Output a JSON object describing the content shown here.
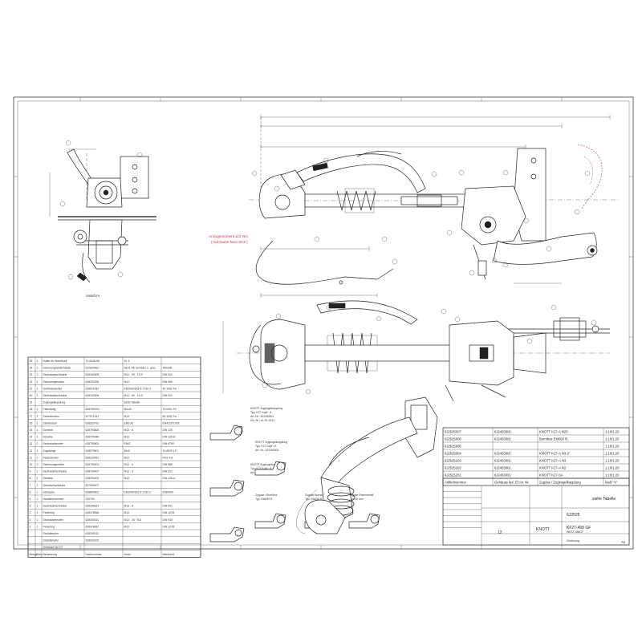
{
  "view_label": "Ansicht A",
  "red_note": {
    "line1": "Anzugsmoment 115 Nm",
    "line2": "( Schraube M12 10.9 )"
  },
  "title_block": {
    "variants": [
      {
        "part": "6J2525007",
        "ident": "6J2453001",
        "desc": "KNOTT K27-A N25",
        "scale": "1:10/1:20"
      },
      {
        "part": "6J2525006",
        "ident": "6J2453001",
        "desc": "Bornibus EM050 R",
        "scale": "1:10/1:20"
      },
      {
        "part": "6J2525005",
        "ident": "",
        "desc": "",
        "scale": "1:10/1:20"
      },
      {
        "part": "6J2525004",
        "ident": "6J2453001",
        "desc": "KNOTT K27-A N3-2\"",
        "scale": "1:10/1:20"
      },
      {
        "part": "6J2525203",
        "ident": "6J2453001",
        "desc": "KNOTT K27-A N3",
        "scale": "1:10/1:20"
      },
      {
        "part": "6J2525202",
        "ident": "6J2453001",
        "desc": "KNOTT K27-A N2",
        "scale": "1:10/1:20"
      },
      {
        "part": "6J2525201",
        "ident": "6J2453001",
        "desc": "KNOTT K27-SA",
        "scale": "1:10/1:20"
      }
    ],
    "headers": [
      "Artikelnummer",
      "Gehäuse kpl. Ef Art. Nr.",
      "Zugöse / Zugkugelkupplung",
      "Maß \"X\""
    ],
    "see_table": "siehe Tabelle",
    "drawing_no": "6J2525",
    "title": "KF27-458 GF",
    "subtitle": "WEST-458GF",
    "note": "Zeichnung",
    "sheet": "12",
    "sheet_of": "A1",
    "brand": "KNOTT"
  },
  "parts_list": {
    "columns": [
      "Menge",
      "Einh.",
      "Benennung",
      "Sachnummer",
      "Norm",
      "Werkstoff"
    ],
    "rows": [
      [
        "25",
        "1",
        "Halter für Abreißseil",
        "74-0048-56",
        "St. 4",
        ""
      ],
      [
        "24",
        "1",
        "Sicherungsseilschlaufe",
        "6J2820061",
        "0af11 PE Schwarz u. grau",
        "43002B"
      ],
      [
        "23",
        "1",
        "Sechskantschraube",
        "6J8165309",
        "M12 · 95 · 10.9",
        "DIN 931"
      ],
      [
        "22",
        "1",
        "Sicherungsmutter",
        "6J8200256",
        "M12",
        "DIN 985"
      ],
      [
        "21",
        "1",
        "Gehäusedeckel",
        "6J8971081",
        "EN2542/615-5 1702-3",
        "42-1062 Fe"
      ],
      [
        "20",
        "1",
        "Sechskantschraube",
        "6J8100306",
        "M12 · 60 · 10.9",
        "DIN 931"
      ],
      [
        "19",
        "",
        "Zugkugelkupplung",
        "",
        "siehe Tabelle",
        ""
      ],
      [
        "18",
        "1",
        "Faltenbalg",
        "6A6790001",
        "30x40",
        "73-0001 Fe"
      ],
      [
        "17",
        "1",
        "Zentralbolzen",
        "6J7971411",
        "M12",
        "60-1062 Fe"
      ],
      [
        "16",
        "1",
        "Zahnbolzen",
        "6J8320791",
        "EN5-30",
        "EN4125-1003"
      ],
      [
        "15",
        "1",
        "Scheibe",
        "6J8790806",
        "M12 · 6",
        "DIN 125"
      ],
      [
        "14",
        "1",
        "Scheibe",
        "6J8720446",
        "M12",
        "DIN 125-A"
      ],
      [
        "13",
        "2",
        "Sechskantmutter",
        "6J8790802",
        "EN47",
        "DIN 6759"
      ],
      [
        "12",
        "1",
        "Zugstange",
        "6J8279501",
        "40x5",
        "31-6000 LF"
      ],
      [
        "11",
        "1",
        "Federstecker",
        "6J8220451",
        "M12",
        "FAG 3-6"
      ],
      [
        "10",
        "2",
        "Sicherungsmutter",
        "6J8790401",
        "M12 · 6",
        "DIN 985"
      ],
      [
        "9",
        "1",
        "Sechskantschraube",
        "6J8790407",
        "M12 · 6",
        "DIN 931"
      ],
      [
        "8",
        "2",
        "Scheibe",
        "6J8294401",
        "M12",
        "DIN 125-A"
      ],
      [
        "7",
        "1",
        "Überwurfschraube",
        "6J7900007",
        "",
        ""
      ],
      [
        "6",
        "1",
        "Schraube",
        "6J8800001",
        "EN2542/615-5 1702-3",
        "6780500"
      ],
      [
        "5",
        "1",
        "Handbremshebel",
        "2J0793",
        "",
        ""
      ],
      [
        "4",
        "1",
        "Sechskantschraube",
        "6J8256321",
        "M12 · 8",
        "DIN 931"
      ],
      [
        "3",
        "1",
        "Federring",
        "6J8378066",
        "M12",
        "DIN 127B"
      ],
      [
        "2",
        "1",
        "Sechskantmutter",
        "6J8200341",
        "M12 · 25 · 8.8",
        "DIN 933"
      ],
      [
        "1",
        "1",
        "Federring",
        "6J8378087",
        "M12",
        "DIN 127B"
      ],
      [
        "",
        "",
        "Stoßdämpfer",
        "6J8200011",
        "",
        ""
      ],
      [
        "",
        "",
        "Stoßdämpfer",
        "6J8020102",
        "",
        ""
      ],
      [
        "",
        "",
        "Gehäuse kpl. Ef",
        "",
        ""
      ]
    ]
  }
}
